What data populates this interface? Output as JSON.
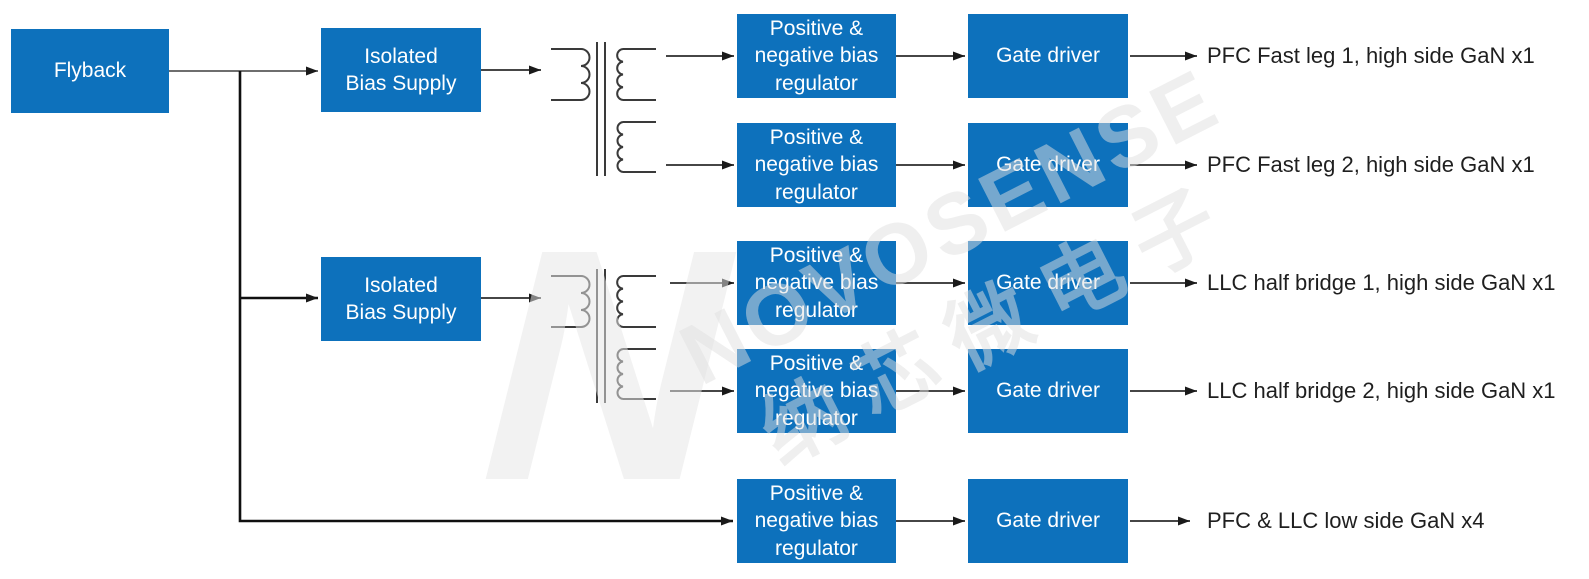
{
  "blocks": {
    "flyback": "Flyback",
    "isolated_bias_supply": "Isolated\nBias Supply",
    "bias_regulator": "Positive &\nnegative bias\nregulator",
    "gate_driver": "Gate driver"
  },
  "outputs": [
    "PFC Fast leg 1, high side GaN x1",
    "PFC Fast leg 2, high side GaN x1",
    "LLC half bridge 1, high side GaN x1",
    "LLC half bridge 2, high side GaN x1",
    "PFC & LLC low side GaN x4"
  ],
  "watermark": {
    "brand_latin": "NOVOSENSE",
    "brand_cjk": "纳芯微电子",
    "logo_letter": "N"
  },
  "colors": {
    "box_blue": "#0d71bc",
    "wire": "#2b2b2b",
    "label_text": "#1f1f1f"
  }
}
